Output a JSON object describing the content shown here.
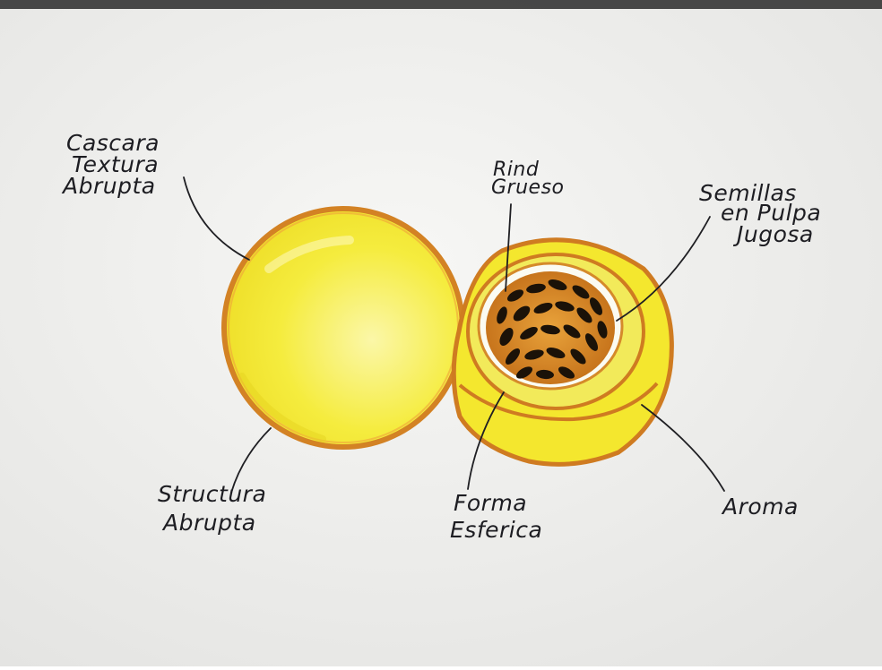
{
  "labels": {
    "cascara": [
      "Cascara",
      "Textura",
      "Abrupta"
    ],
    "rind": [
      "Rind",
      "Grueso"
    ],
    "semillas": [
      "Semillas",
      "en  Pulpa",
      "Jugosa"
    ],
    "structura": [
      "Structura",
      "Abrupta"
    ],
    "forma": [
      "Forma",
      "Esferica"
    ],
    "aroma": "Aroma"
  },
  "colors": {
    "paper": "#f3f3f1",
    "rind_yellow": "#f6ec3c",
    "outline_orange": "#c9701f",
    "cut_surface": "#f2e95c",
    "pulp": "#d58a2a",
    "seed": "#1b1208",
    "ink": "#1d1d22"
  }
}
